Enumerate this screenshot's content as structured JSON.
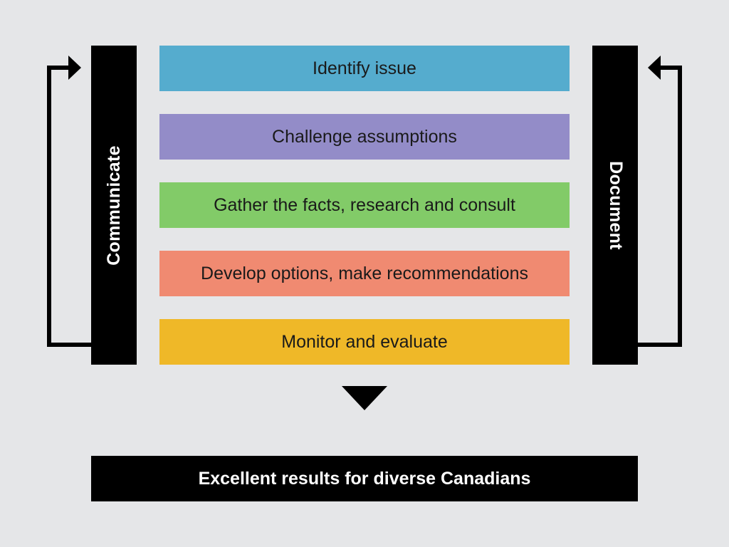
{
  "background_color": "#e5e6e8",
  "diagram": {
    "title_text": "Excellent results for diverse Canadians",
    "left_band": {
      "label": "Communicate",
      "color": "#000000",
      "text_color": "#ffffff",
      "orientation": "bottom-to-top"
    },
    "right_band": {
      "label": "Document",
      "color": "#000000",
      "text_color": "#ffffff",
      "orientation": "top-to-bottom"
    },
    "stages": [
      {
        "label": "Identify issue",
        "color": "#55ACCE",
        "text_color": "#1a1a1a"
      },
      {
        "label": "Challenge assumptions",
        "color": "#938CC8",
        "text_color": "#1a1a1a"
      },
      {
        "label": "Gather the facts, research and consult",
        "color": "#82CB68",
        "text_color": "#1a1a1a"
      },
      {
        "label": "Develop options, make recommendations",
        "color": "#F08A71",
        "text_color": "#1a1a1a"
      },
      {
        "label": "Monitor and evaluate",
        "color": "#EFB828",
        "text_color": "#1a1a1a"
      }
    ],
    "flow_arrow": {
      "name": "down-arrow",
      "direction": "down",
      "color": "#000000"
    },
    "loop_arrows": [
      {
        "name": "communicate-loop-arrow",
        "side": "left",
        "direction": "up-and-right",
        "color": "#000000"
      },
      {
        "name": "document-loop-arrow",
        "side": "right",
        "direction": "up-and-left",
        "color": "#000000"
      }
    ],
    "outcome": {
      "label": "Excellent results for diverse Canadians",
      "color": "#000000",
      "text_color": "#ffffff"
    }
  }
}
